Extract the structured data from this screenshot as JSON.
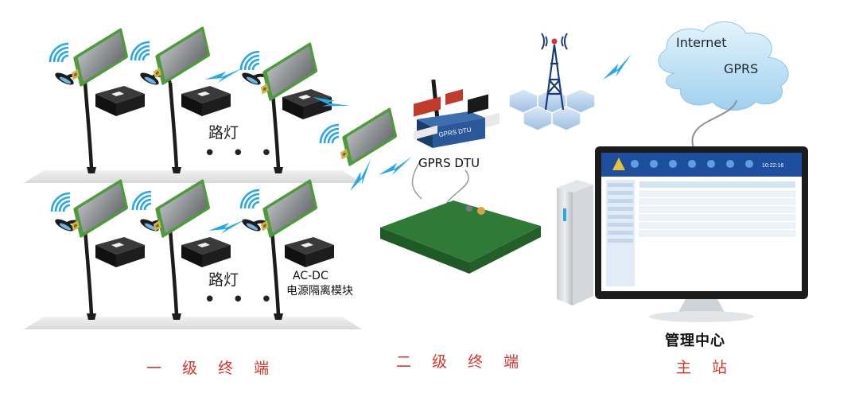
{
  "labels": {
    "street_light_top": "路灯",
    "street_light_bottom": "路灯",
    "ellipsis_top": "• • •",
    "ellipsis_bottom": "• • •",
    "gprs_dtu": "GPRS DTU",
    "acdc_line1": "AC-DC",
    "acdc_line2": "电源隔离模块",
    "internet": "Internet",
    "gprs": "GPRS",
    "management_center": "管理中心",
    "main_station": "主 站",
    "tier1": "一 级 终 端",
    "tier2": "二 级 终 端"
  },
  "device_labels": {
    "dtu_front": "GPRS DTU",
    "monitor_clock": "10:22:16"
  },
  "colors": {
    "tier_text": "#d9342c",
    "lightning": "#2aa7e6",
    "module_green": "#5fae4a",
    "pcb_green": "#2f7a36",
    "cloud": "#bfe2f5",
    "screen_blue": "#1e4f9e"
  }
}
